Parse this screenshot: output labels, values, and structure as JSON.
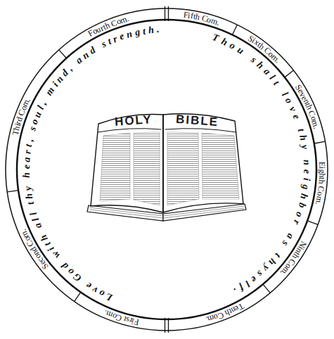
{
  "diagram": {
    "labels": [
      "First Com.",
      "Second Com.",
      "Third Com.",
      "Fourth Com.",
      "Fifth Com.",
      "Sixth Com.",
      "Seventh Com.",
      "Eighth Com.",
      "Ninth Com.",
      "Tenth Com.",
      "Love God with all thy heart, soul, mind, and strength.",
      "Thou shalt love thy neighbor as thyself.",
      "HOLY",
      "BIBLE"
    ]
  }
}
